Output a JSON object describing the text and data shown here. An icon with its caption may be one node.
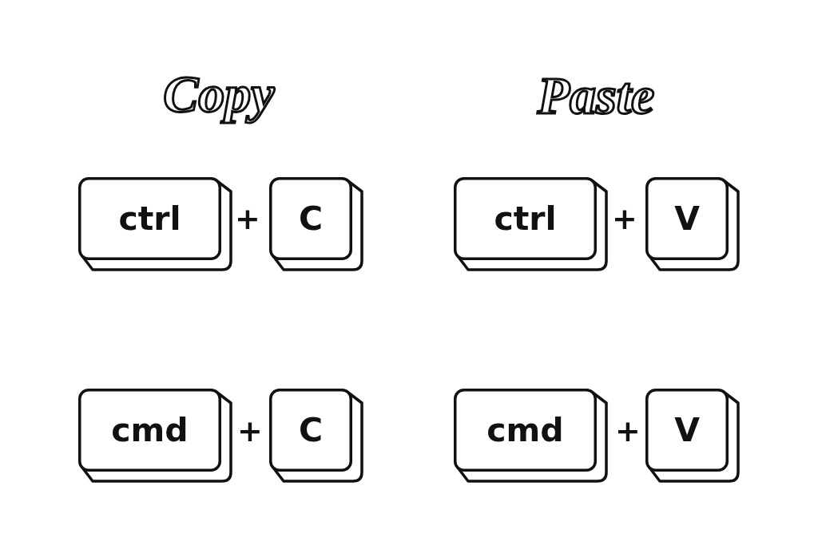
{
  "diagram": {
    "nodes": [
      {
        "text": [
          "ctrl"
        ]
      },
      {
        "text": [
          "C"
        ]
      },
      {
        "text": [
          "ctrl"
        ]
      },
      {
        "text": [
          "V"
        ]
      },
      {
        "text": [
          "cmd"
        ]
      },
      {
        "text": [
          "C"
        ]
      },
      {
        "text": [
          "cmd"
        ]
      },
      {
        "text": [
          "V"
        ]
      }
    ],
    "labels": [
      "Copy",
      "Paste",
      "+",
      "+",
      "+",
      "+"
    ]
  }
}
